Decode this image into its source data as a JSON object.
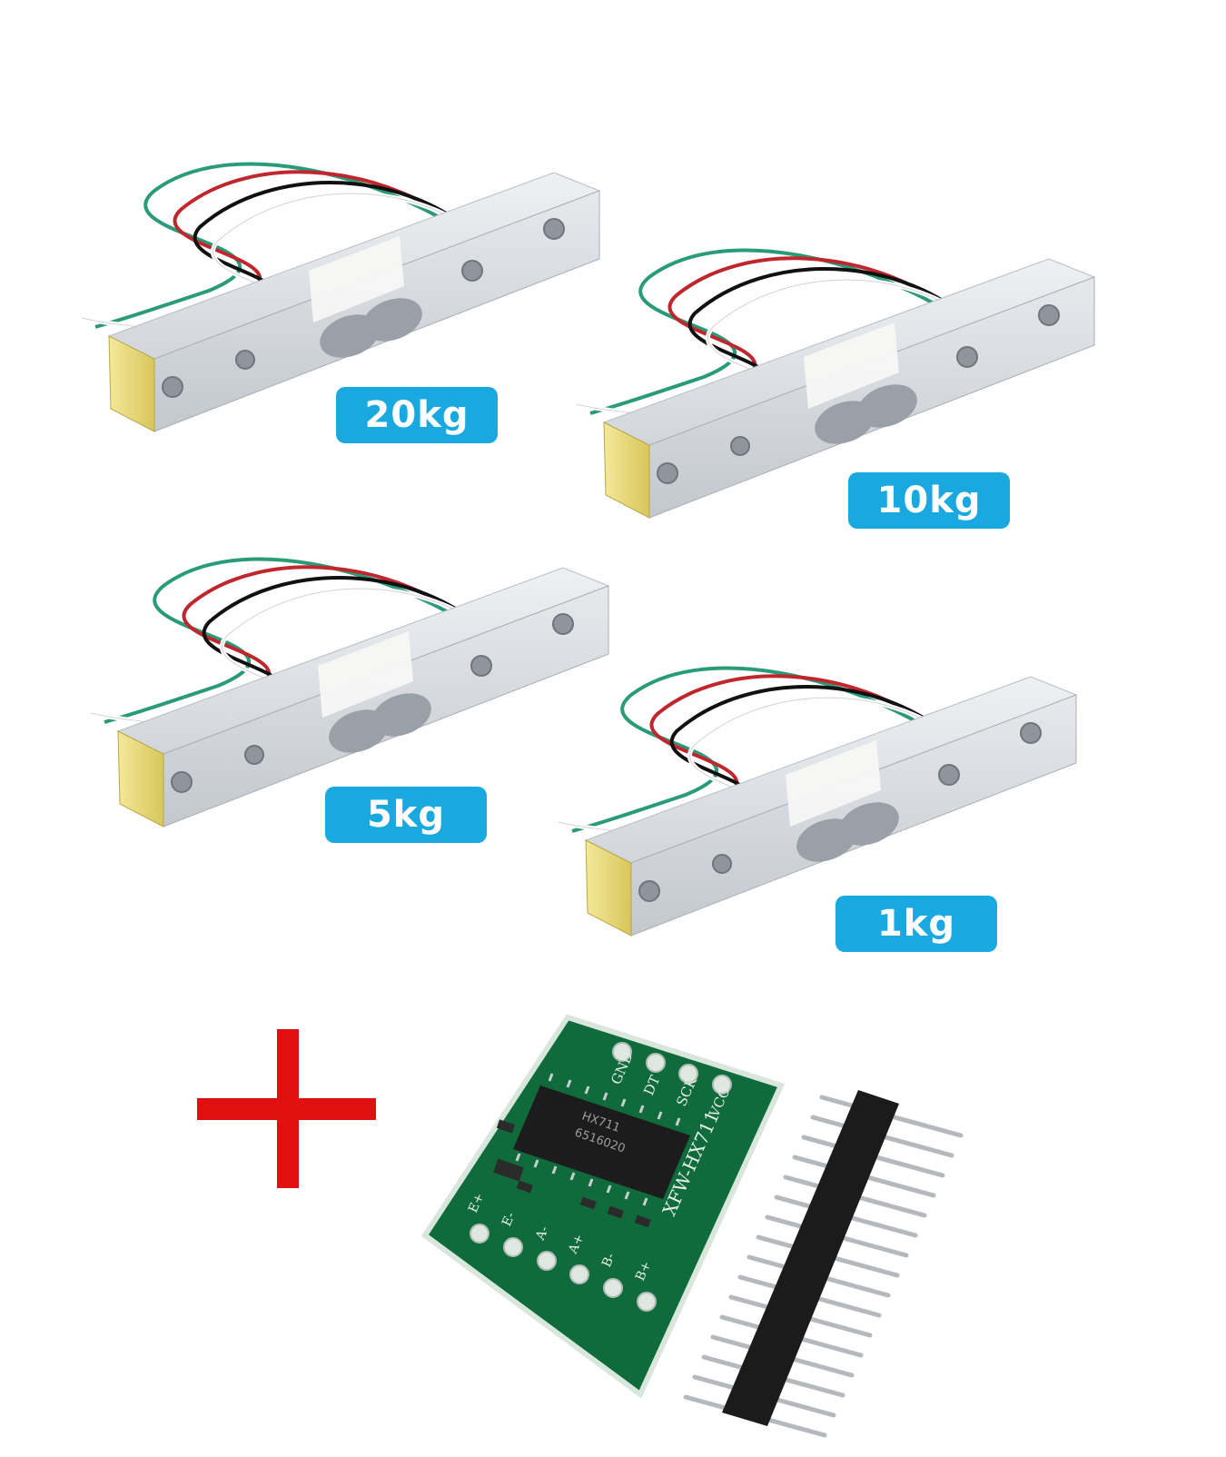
{
  "colors": {
    "badge": "#1aa8e0",
    "plus": "#e01010",
    "aluminum": "#d9dde2",
    "pcb": "#0f6b3c"
  },
  "load_cells": [
    {
      "label": "20kg"
    },
    {
      "label": "10kg"
    },
    {
      "label": "5kg"
    },
    {
      "label": "1kg"
    }
  ],
  "module": {
    "chip_line1": "HX711",
    "chip_line2": "6516020",
    "board_title": "XFW-HX711",
    "top_pins": [
      "GND",
      "DT",
      "SCK",
      "VCC"
    ],
    "bottom_pins": [
      "E+",
      "E-",
      "A-",
      "A+",
      "B-",
      "B+"
    ]
  }
}
